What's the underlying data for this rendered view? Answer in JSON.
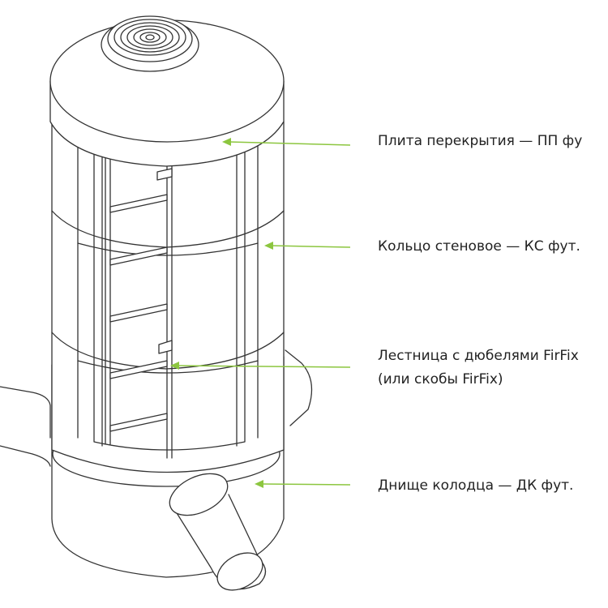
{
  "callouts": {
    "cover_slab": "Плита перекрытия — ПП фу",
    "wall_ring": "Кольцо стеновое — КС фут.",
    "ladder_line1": "Лестница с дюбелями FirFix",
    "ladder_line2": "(или скобы FirFix)",
    "base": "Днище колодца — ДК фут."
  },
  "colors": {
    "outline": "#333333",
    "leader": "#8cc63f",
    "fill": "#ffffff"
  }
}
